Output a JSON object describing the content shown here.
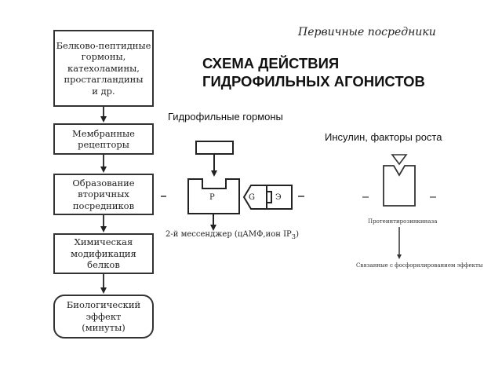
{
  "header": {
    "subtitle": "Первичные посредники",
    "title": "СХЕМА ДЕЙСТВИЯ\nГИДРОФИЛЬНЫХ АГОНИСТОВ"
  },
  "flow": {
    "steps": [
      "Белково-пептидные\nгормоны,\nкатехоламины,\nпростагландины\nи др.",
      "Мембранные\nрецепторы",
      "Образование\nвторичных\nпосредников",
      "Химическая\nмодификация\nбелков",
      "Биологический\nэффект\n(минуты)"
    ]
  },
  "hydrophilic": {
    "label": "Гидрофильные гормоны",
    "receptor_letter": "P",
    "g_letter": "G",
    "effector_letter": "Э",
    "messenger_text": "2-й мессенджер (цАМФ,ион IP",
    "messenger_sub": "3",
    "messenger_close": ")"
  },
  "insulin": {
    "label": "Инсулин, факторы роста",
    "kinase_label": "Протеинтирозинкиназа",
    "effect_label": "Связанные с фосфорилированием эффекты"
  }
}
